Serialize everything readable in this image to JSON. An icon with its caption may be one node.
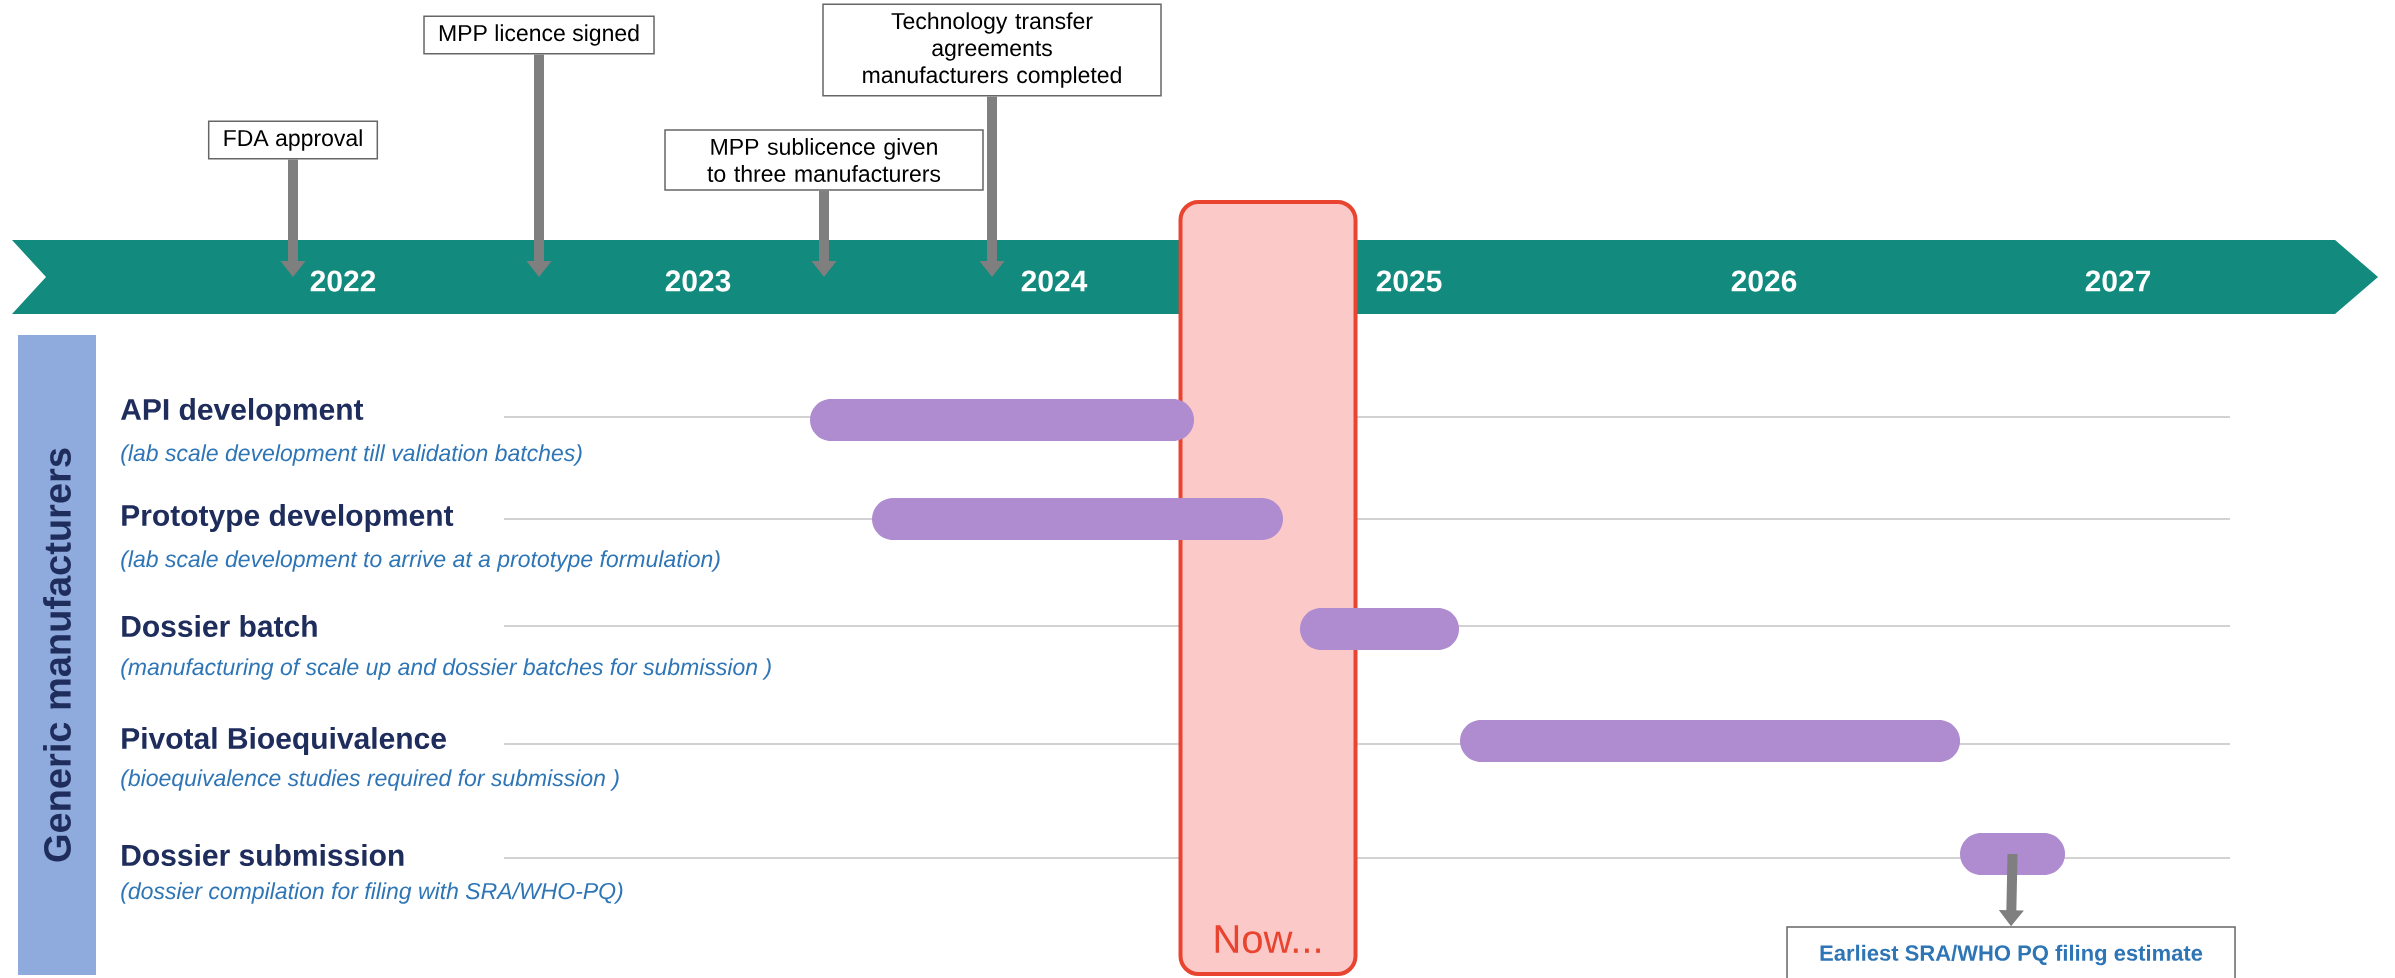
{
  "diagram": {
    "nodes": [
      {
        "text": [
          "FDA approval"
        ]
      },
      {
        "text": [
          "MPP licence signed"
        ]
      },
      {
        "text": [
          "MPP sublicence given to three manufacturers"
        ]
      },
      {
        "text": [
          "Technology transfer agreements manufacturers completed"
        ]
      },
      {
        "text": [],
        "shape": "arrow"
      },
      {
        "text": [
          "Now..."
        ]
      },
      {
        "text": [
          "Generic manufacturers"
        ]
      },
      {
        "text": [],
        "shape": "bar"
      },
      {
        "text": [],
        "shape": "bar"
      },
      {
        "text": [],
        "shape": "bar"
      },
      {
        "text": [],
        "shape": "bar"
      },
      {
        "text": [],
        "shape": "bar"
      },
      {
        "text": [
          "Earliest SRA/WHO PQ filing estimate"
        ]
      }
    ],
    "edges": [
      {
        "from": 0,
        "to": 4,
        "arrow": "to"
      },
      {
        "from": 1,
        "to": 4,
        "arrow": "to"
      },
      {
        "from": 2,
        "to": 4,
        "arrow": "to"
      },
      {
        "from": 3,
        "to": 4,
        "arrow": "to"
      },
      {
        "from": 11,
        "to": 12,
        "arrow": "to"
      }
    ],
    "labels": [
      "2022",
      "2023",
      "2024",
      "2025",
      "2026",
      "2027",
      "API development",
      "(lab scale development till validation batches)",
      "Prototype development",
      "(lab scale development to arrive at a prototype formulation)",
      "Dossier batch",
      "(manufacturing of scale up and dossier batches for submission )",
      "Pivotal Bioequivalence",
      "(bioequivalence studies required for submission )",
      "Dossier submission",
      "(dossier compilation for filing with SRA/WHO-PQ)"
    ]
  }
}
